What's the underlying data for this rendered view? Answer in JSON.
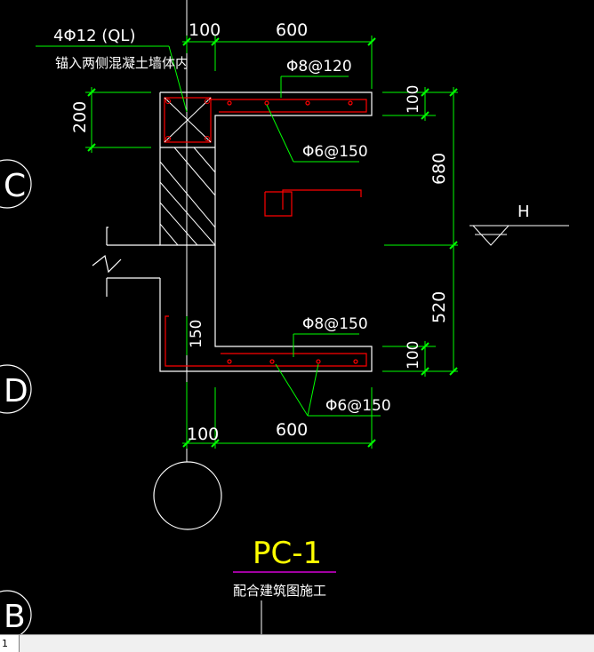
{
  "drawing": {
    "rebar_top_label": "4Φ12 (QL)",
    "anchor_note": "锚入两侧混凝土墙体内",
    "dim_top_left": "100",
    "dim_top_right": "600",
    "dim_bottom_left": "100",
    "dim_bottom_right": "600",
    "dim_left_200": "200",
    "dim_right_100_top": "100",
    "dim_right_680": "680",
    "dim_right_520": "520",
    "dim_right_100_bottom": "100",
    "dim_inner_150": "150",
    "rebar_top_main": "Φ8@120",
    "rebar_top_dist": "Φ6@150",
    "rebar_bottom_main": "Φ8@150",
    "rebar_bottom_dist": "Φ6@150",
    "elevation_mark": "H",
    "grid_c": "C",
    "grid_d": "D",
    "grid_b": "B",
    "title": "PC-1",
    "subtitle": "配合建筑图施工"
  },
  "status_bar": {
    "tab_label": "1"
  },
  "colors": {
    "background": "#000000",
    "outline": "#ffffff",
    "dimension": "#00ff00",
    "rebar": "#ff0000",
    "title": "#ffff00",
    "underline": "#ff00ff"
  }
}
